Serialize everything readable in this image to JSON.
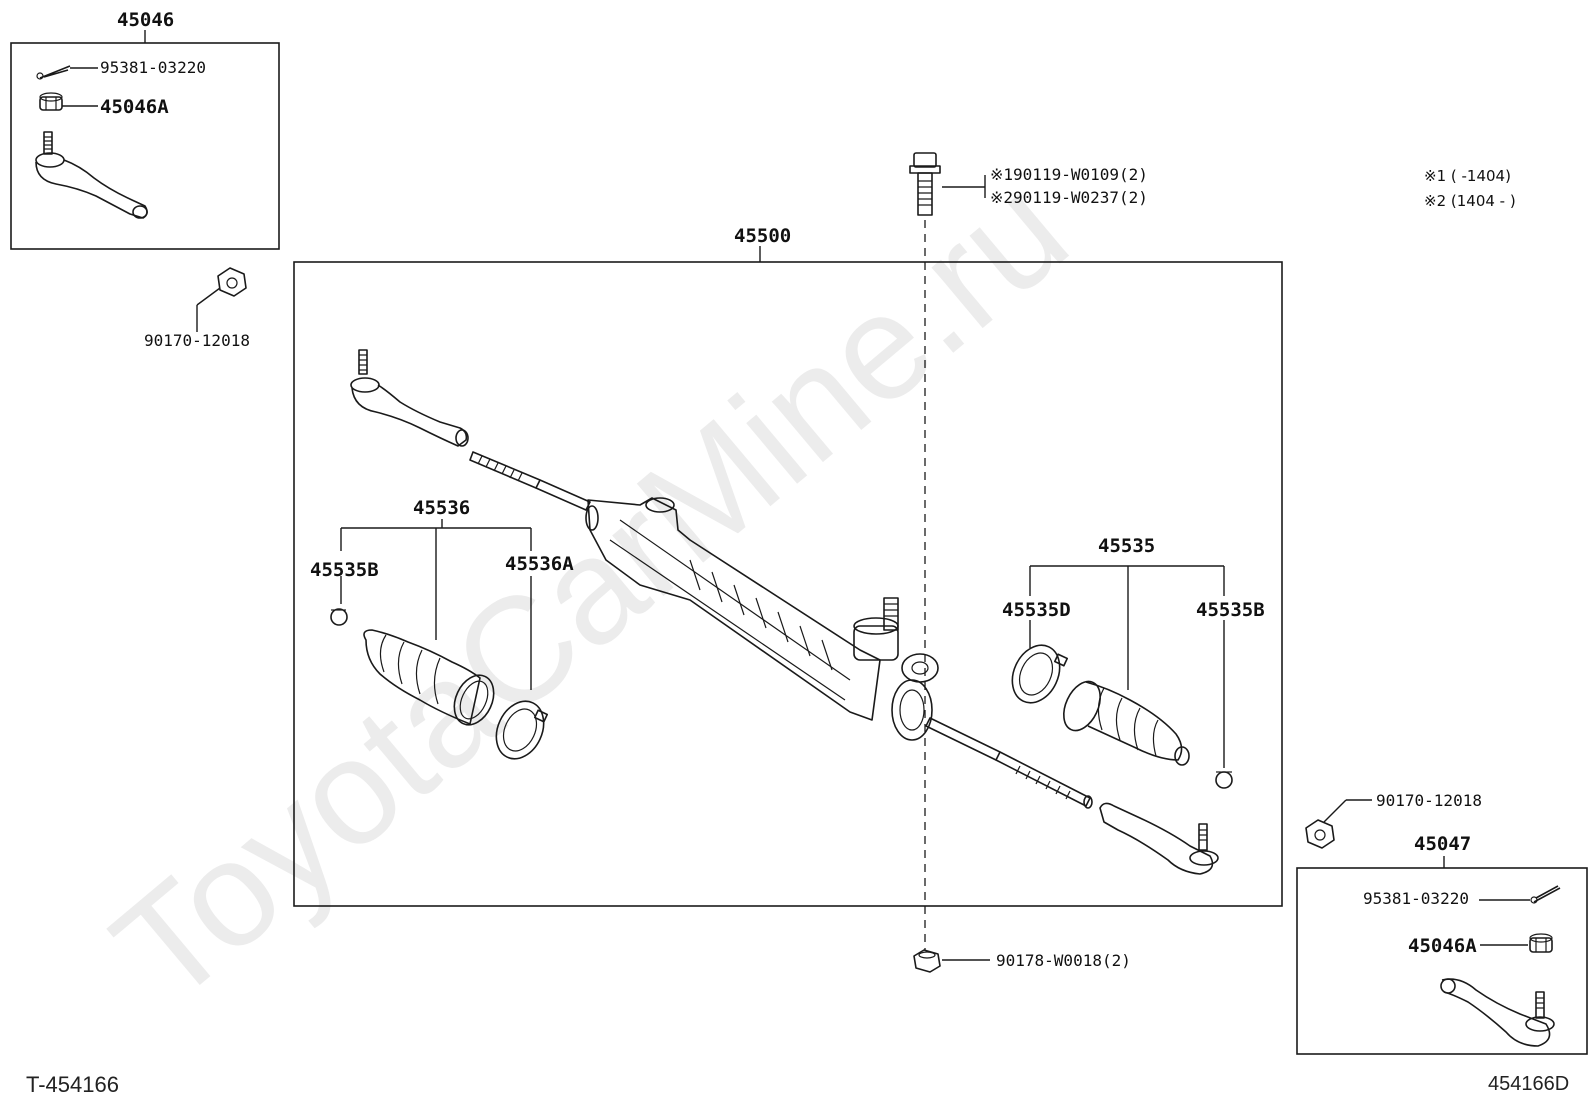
{
  "watermark": "ToyotaCarMine.ru",
  "footer": {
    "left": "T-454166",
    "right": "454166D"
  },
  "notes": {
    "line1": "※1 (      -1404)",
    "line2": "※2 (1404 -      )"
  },
  "labels": {
    "box_left_title": "45046",
    "cotter_pin_top": "95381-03220",
    "nut_top": "45046A",
    "nut_left": "90170-12018",
    "assembly": "45500",
    "bolt_line1": "※190119-W0109(2)",
    "bolt_line2": "※290119-W0237(2)",
    "boot_left_group": "45536",
    "clamp_left_small": "45535B",
    "clamp_left_large": "45536A",
    "boot_right_group": "45535",
    "clamp_right_large": "45535D",
    "clamp_right_small": "45535B",
    "nut_right": "90170-12018",
    "box_right_title": "45047",
    "cotter_pin_bottom": "95381-03220",
    "nut_bottom": "45046A",
    "washer_bottom": "90178-W0018(2)"
  }
}
